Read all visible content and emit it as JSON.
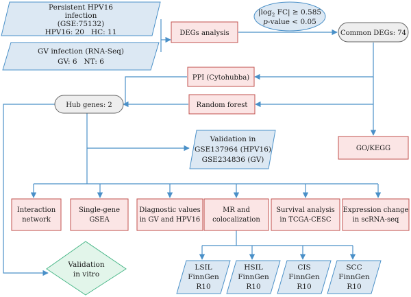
{
  "inputs": {
    "hpv": {
      "line1": "Persistent HPV16",
      "line2": "infection",
      "line3": "(GSE:75132)",
      "line4": "HPV16: 20   HC: 11"
    },
    "gv": {
      "line1": "GV infection (RNA-Seq)",
      "line2": "GV: 6   NT: 6"
    }
  },
  "criteria": {
    "line1_pre": "|log",
    "line1_sub": "2",
    "line1_post": " FC| ≥ 0.585",
    "line2_italic": "p",
    "line2_rest": "-value < 0.05"
  },
  "degs": {
    "label": "DEGs analysis"
  },
  "common": {
    "label": "Common DEGs: 74"
  },
  "ppi": {
    "label": "PPI (Cytohubba)"
  },
  "rf": {
    "label": "Random forest"
  },
  "hub": {
    "label": "Hub genes: 2"
  },
  "gokegg": {
    "label": "GO/KEGG"
  },
  "validation": {
    "line1": "Validation in",
    "line2": "GSE137964 (HPV16)",
    "line3": "GSE234836 (GV)"
  },
  "analyses": [
    {
      "line1": "Interaction",
      "line2": "network"
    },
    {
      "line1": "Single-gene",
      "line2": "GSEA"
    },
    {
      "line1": "Diagnostic values",
      "line2": "in GV and HPV16"
    },
    {
      "line1": "MR and",
      "line2": "colocalization"
    },
    {
      "line1": "Survival analysis",
      "line2": "in TCGA-CESC"
    },
    {
      "line1": "Expression change",
      "line2": "in scRNA-seq"
    }
  ],
  "invitro": {
    "line1": "Validation",
    "line2": "in vitro"
  },
  "finngen": [
    {
      "line1": "LSIL",
      "line2": "FinnGen",
      "line3": "R10"
    },
    {
      "line1": "HSIL",
      "line2": "FinnGen",
      "line3": "R10"
    },
    {
      "line1": "CIS",
      "line2": "FinnGen",
      "line3": "R10"
    },
    {
      "line1": "SCC",
      "line2": "FinnGen",
      "line3": "R10"
    }
  ],
  "colors": {
    "blue_fill": "#dce8f3",
    "blue_stroke": "#4a90c8",
    "red_fill": "#fbe5e5",
    "red_stroke": "#c0504d",
    "grey_fill": "#eeeeee",
    "green_fill": "#e2f5ea",
    "green_stroke": "#4cb88a",
    "line": "#4a90c8"
  }
}
